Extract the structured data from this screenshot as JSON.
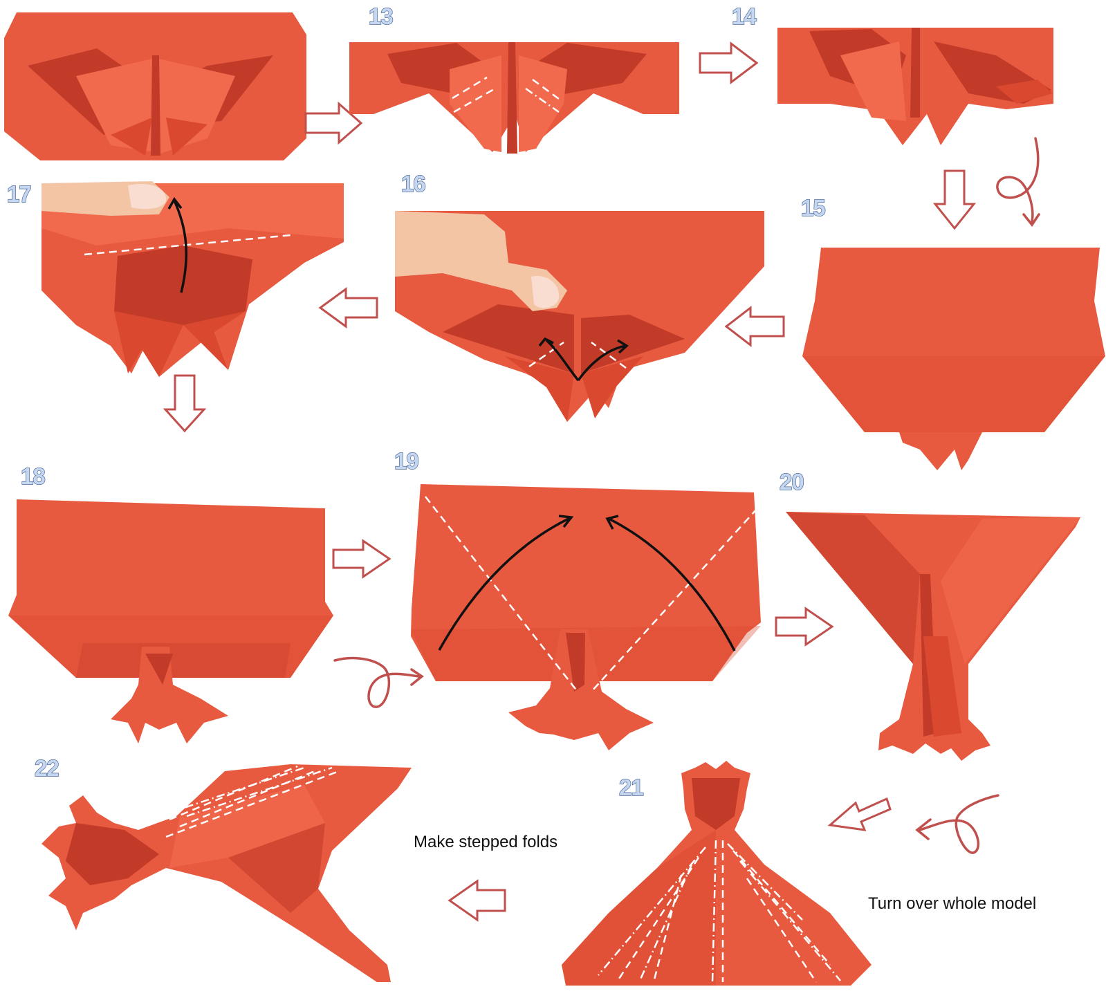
{
  "steps": [
    {
      "number": "13"
    },
    {
      "number": "14"
    },
    {
      "number": "15"
    },
    {
      "number": "16"
    },
    {
      "number": "17"
    },
    {
      "number": "18"
    },
    {
      "number": "19"
    },
    {
      "number": "20"
    },
    {
      "number": "21"
    },
    {
      "number": "22"
    }
  ],
  "captions": {
    "stepped_folds": "Make stepped folds",
    "turn_over": "Turn over whole model"
  },
  "colors": {
    "paper": "#e85a40",
    "paper_shadow": "#c23a28",
    "crease_lines": "#ffffff",
    "step_number_fill": "#c5d6ee",
    "step_number_outline": "#4a6aa0",
    "flow_arrow_outline": "#c0504d",
    "fold_arrow": "#111111"
  },
  "icons": {
    "flow_arrow": "hollow-block-arrow",
    "turn_over": "loop-turn-over-arrow",
    "fold_arrow": "curved-black-arrow"
  }
}
